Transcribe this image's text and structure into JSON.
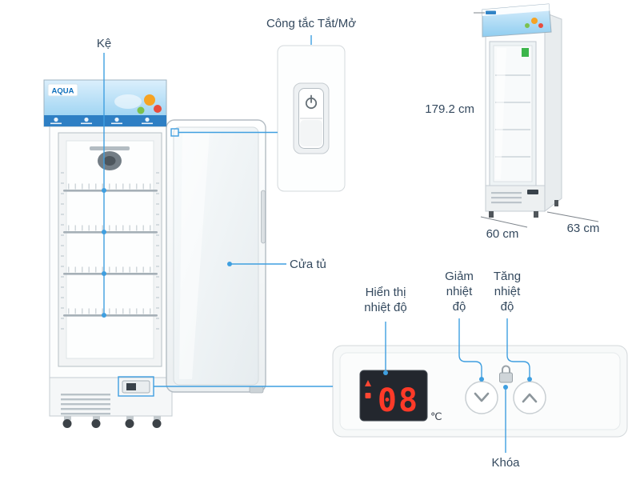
{
  "colors": {
    "label_text": "#34495e",
    "connector_blue": "#3f9fe0",
    "display_digits_red": "#ff3a28",
    "brand_blue": "#0d6fbc"
  },
  "brand": {
    "logo": "AQUA"
  },
  "callouts": {
    "shelf": "Kệ",
    "power_switch": "Công tắc Tắt/Mở",
    "door": "Cửa tủ",
    "temp_display": "Hiển thị\nnhiệt độ",
    "temp_decrease": "Giảm\nnhiệt\nđộ",
    "temp_increase": "Tăng\nnhiệt\nđộ",
    "lock": "Khóa"
  },
  "dimensions": {
    "height": "179.2 cm",
    "width": "60 cm",
    "depth": "63 cm"
  },
  "control_panel": {
    "temperature": "08",
    "unit": "℃"
  }
}
